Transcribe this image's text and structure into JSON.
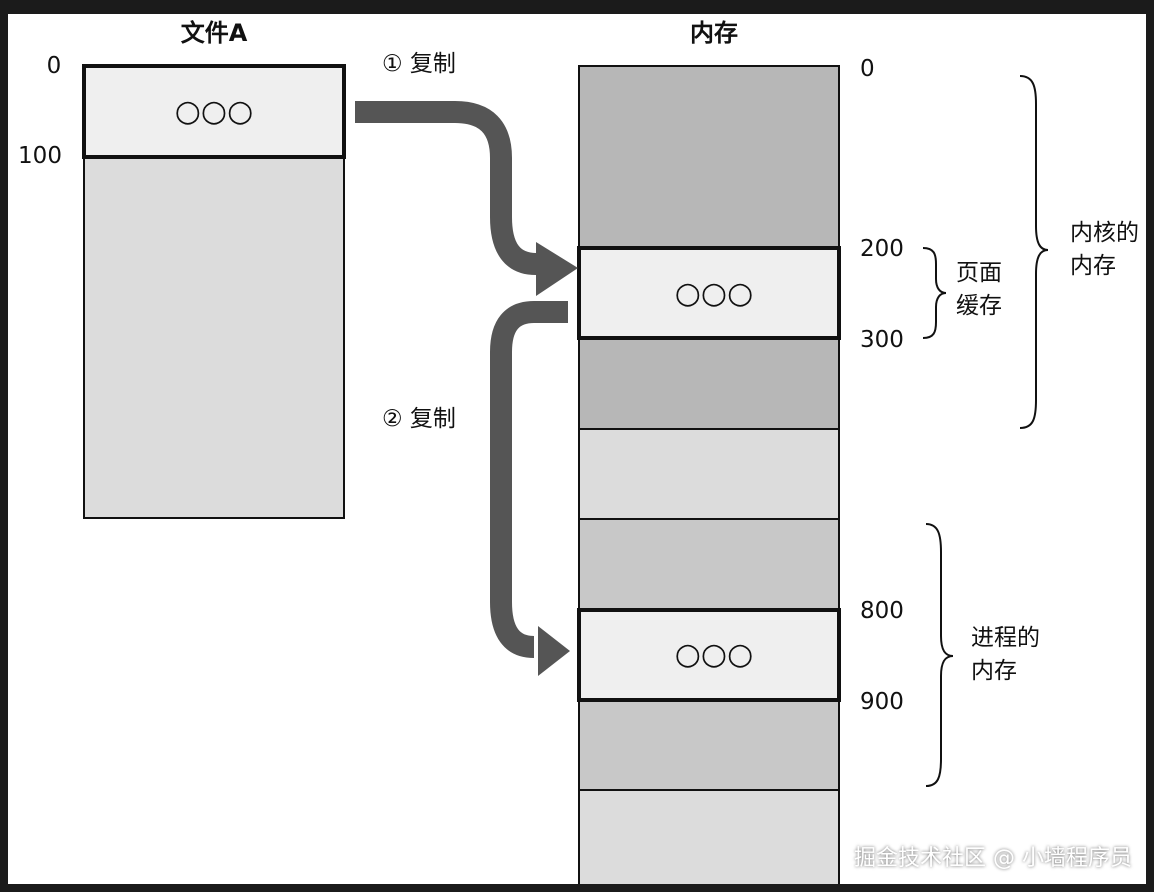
{
  "file": {
    "title": "文件A",
    "addr_start": "0",
    "addr_end": "100",
    "data_glyph": "○○○"
  },
  "memory": {
    "title": "内存",
    "addr_0": "0",
    "addr_200": "200",
    "addr_300": "300",
    "addr_800": "800",
    "addr_900": "900",
    "page_cache_data": "○○○",
    "process_data": "○○○"
  },
  "steps": {
    "step1": "① 复制",
    "step2": "② 复制"
  },
  "brackets": {
    "page_cache_line1": "页面",
    "page_cache_line2": "缓存",
    "kernel_line1": "内核的",
    "kernel_line2": "内存",
    "process_line1": "进程的",
    "process_line2": "内存"
  },
  "watermark": "掘金技术社区 @ 小墙程序员",
  "colors": {
    "file_body": "#dcdcdc",
    "file_block": "#efefef",
    "kernel_mem": "#b7b7b7",
    "page_cache": "#efefef",
    "free_mem": "#dcdcdc",
    "process_mem": "#c8c8c8",
    "arrow": "#555555"
  }
}
